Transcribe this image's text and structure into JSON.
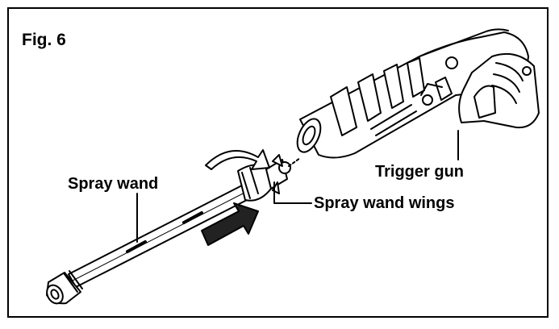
{
  "figure": {
    "title": "Fig. 6",
    "labels": {
      "spray_wand": "Spray wand",
      "trigger_gun": "Trigger gun",
      "spray_wand_wings": "Spray wand wings"
    }
  },
  "colors": {
    "line": "#000000",
    "fill": "#ffffff",
    "shade": "#bdbdbd",
    "dark": "#222222"
  }
}
